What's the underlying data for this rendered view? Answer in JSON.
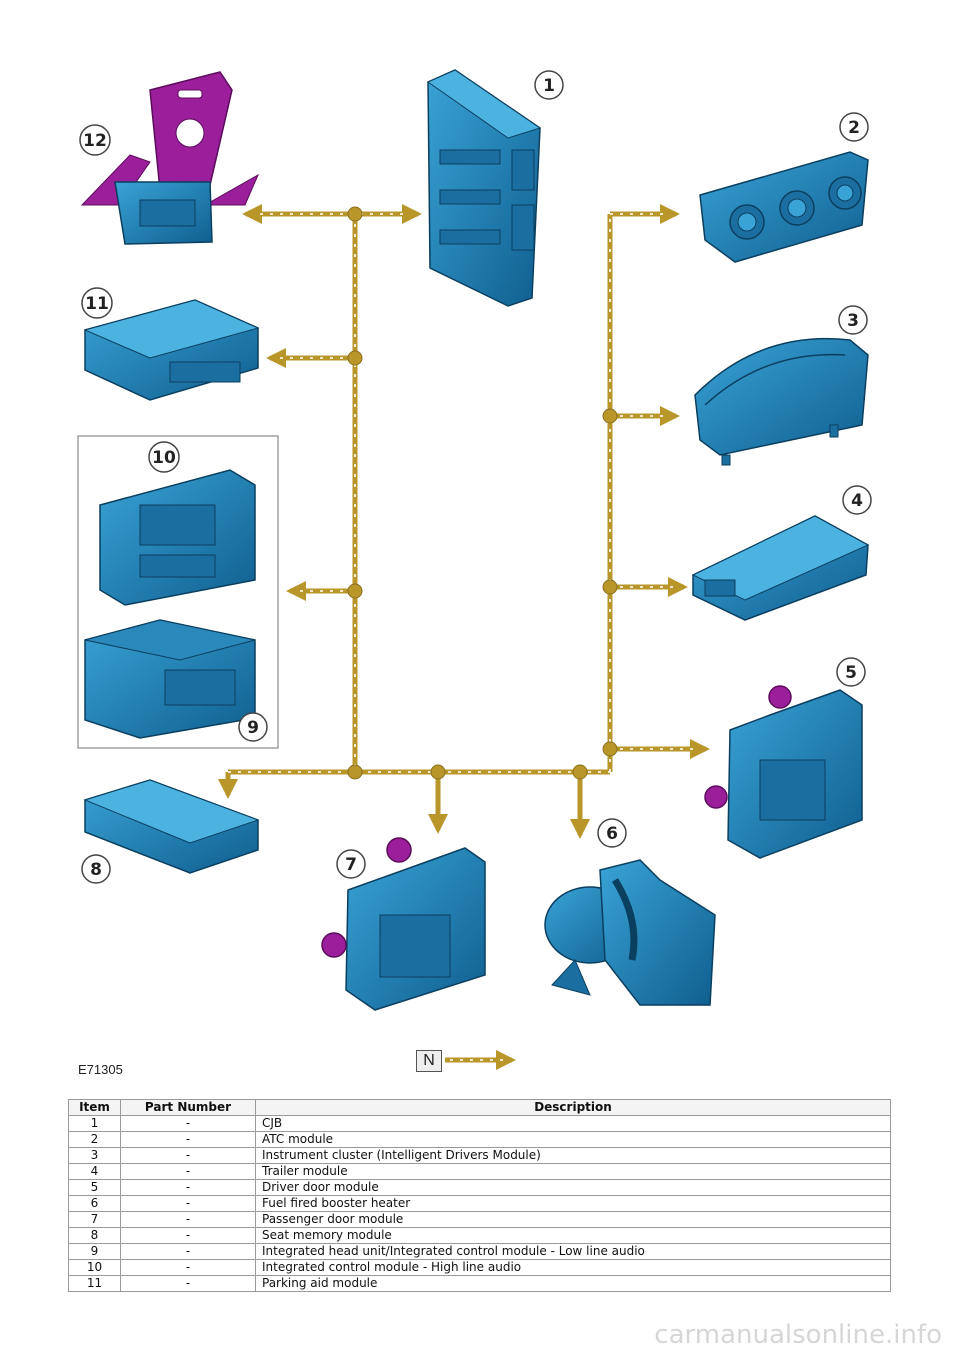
{
  "figure": {
    "id": "E71305",
    "north_label": "N",
    "callouts": [
      "1",
      "2",
      "3",
      "4",
      "5",
      "6",
      "7",
      "8",
      "9",
      "10",
      "11",
      "12"
    ]
  },
  "colors": {
    "module_blue": "#1a7fb8",
    "bus_gold": "#b8962a",
    "bracket_purple": "#9b1f9b"
  },
  "table": {
    "headers": [
      "Item",
      "Part Number",
      "Description"
    ],
    "rows": [
      [
        "1",
        "-",
        "CJB"
      ],
      [
        "2",
        "-",
        "ATC module"
      ],
      [
        "3",
        "-",
        "Instrument cluster (Intelligent Drivers Module)"
      ],
      [
        "4",
        "-",
        "Trailer module"
      ],
      [
        "5",
        "-",
        "Driver door module"
      ],
      [
        "6",
        "-",
        "Fuel fired booster heater"
      ],
      [
        "7",
        "-",
        "Passenger door module"
      ],
      [
        "8",
        "-",
        "Seat memory module"
      ],
      [
        "9",
        "-",
        "Integrated head unit/Integrated control module - Low line audio"
      ],
      [
        "10",
        "-",
        "Integrated control module - High line audio"
      ],
      [
        "11",
        "-",
        "Parking aid module"
      ]
    ]
  },
  "watermark": "carmanualsonline.info"
}
